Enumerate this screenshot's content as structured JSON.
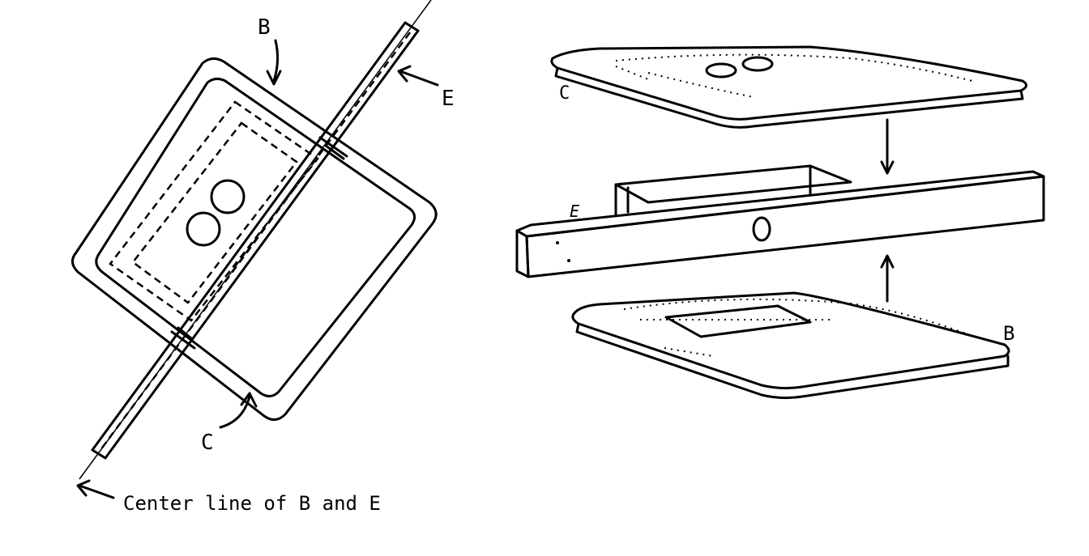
{
  "left_figure": {
    "label_b": "B",
    "label_e": "E",
    "label_c": "C",
    "caption": "Center line of B and E"
  },
  "right_figure": {
    "label_c": "C",
    "label_e": "E",
    "label_b": "B"
  }
}
